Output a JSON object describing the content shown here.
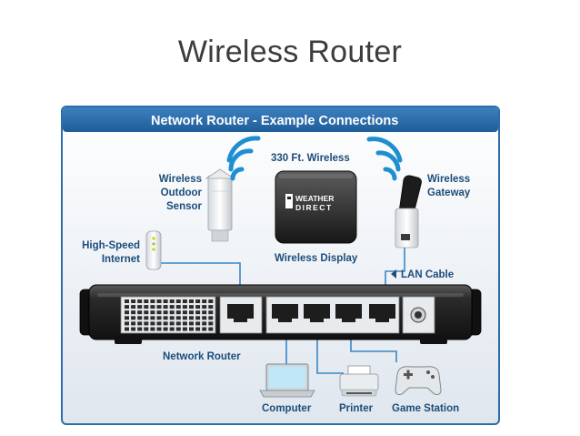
{
  "slide": {
    "title": "Wireless Router"
  },
  "diagram": {
    "header": "Network Router - Example Connections",
    "labels": {
      "outdoor_sensor": [
        "Wireless",
        "Outdoor",
        "Sensor"
      ],
      "wireless_range": "330 Ft. Wireless",
      "gateway": [
        "Wireless",
        "Gateway"
      ],
      "internet": [
        "High-Speed",
        "Internet"
      ],
      "display": "Wireless Display",
      "lan_cable": "LAN Cable",
      "router": "Network Router",
      "computer": "Computer",
      "printer": "Printer",
      "game_station": "Game Station"
    },
    "logo_text": [
      "WEATHER",
      "DIRECT"
    ],
    "colors": {
      "header_bar": "#2a6aa6",
      "label_text": "#1c4d7a",
      "cable": "#3a86c4",
      "wireless_waves": "#1f8fd0"
    }
  }
}
